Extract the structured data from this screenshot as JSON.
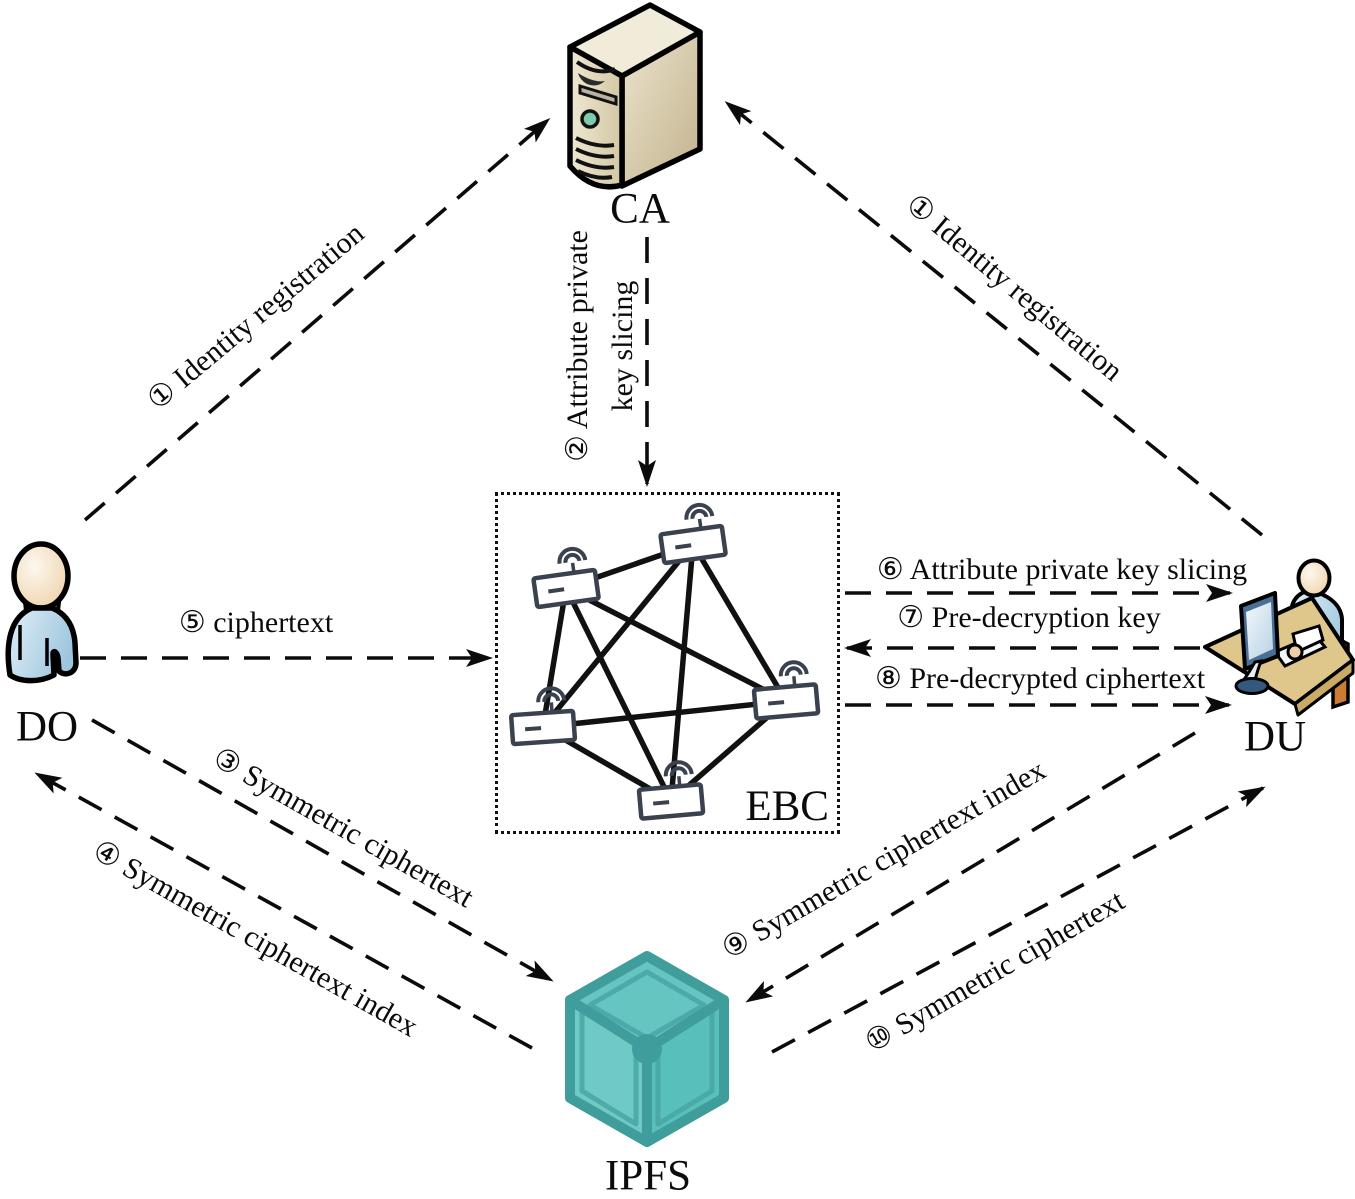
{
  "figure": {
    "type": "system-architecture-diagram",
    "nodes": [
      {
        "id": "CA",
        "label": "CA",
        "icon": "server"
      },
      {
        "id": "DO",
        "label": "DO",
        "icon": "person"
      },
      {
        "id": "DU",
        "label": "DU",
        "icon": "person-at-computer"
      },
      {
        "id": "EBC",
        "label": "EBC",
        "icon": "blockchain-router-network"
      },
      {
        "id": "IPFS",
        "label": "IPFS",
        "icon": "cube"
      }
    ],
    "flows": [
      {
        "step": "1",
        "text": "① Identity registration",
        "from": "DO",
        "to": "CA"
      },
      {
        "step": "1",
        "text": "① Identity registration",
        "from": "DU",
        "to": "CA"
      },
      {
        "step": "2",
        "text": "② Attribute private key slicing",
        "line1": "② Attribute private",
        "line2": "key slicing",
        "from": "CA",
        "to": "EBC"
      },
      {
        "step": "3",
        "text": "③ Symmetric ciphertext",
        "from": "DO",
        "to": "IPFS"
      },
      {
        "step": "4",
        "text": "④ Symmetric ciphertext index",
        "from": "IPFS",
        "to": "DO"
      },
      {
        "step": "5",
        "text": "⑤ ciphertext",
        "from": "DO",
        "to": "EBC"
      },
      {
        "step": "6",
        "text": "⑥ Attribute private key slicing",
        "from": "EBC",
        "to": "DU"
      },
      {
        "step": "7",
        "text": "⑦ Pre-decryption key",
        "from": "DU",
        "to": "EBC"
      },
      {
        "step": "8",
        "text": "⑧ Pre-decrypted ciphertext",
        "from": "EBC",
        "to": "DU"
      },
      {
        "step": "9",
        "text": "⑨ Symmetric ciphertext index",
        "from": "DU",
        "to": "IPFS"
      },
      {
        "step": "10",
        "text": "⑩ Symmetric ciphertext",
        "from": "IPFS",
        "to": "DU"
      }
    ],
    "colors": {
      "background": "#ffffff",
      "line": "#0b0b0b",
      "server_front": "#ddd3b4",
      "server_side": "#cbbc97",
      "server_top": "#f1ebd9",
      "power_button": "#7fc9ad",
      "person_head": "#f3ddba",
      "person_body": "#bdd9ec",
      "desk": "#dfc78c",
      "chair": "#cd7c34",
      "monitor_screen": "#e6eef5",
      "router_outline": "#39424e",
      "ipfs_face_top": "#64c5c1",
      "ipfs_face_left": "#6fc9c5",
      "ipfs_face_right": "#58bfba",
      "ipfs_edge": "#3f9d9c"
    }
  }
}
